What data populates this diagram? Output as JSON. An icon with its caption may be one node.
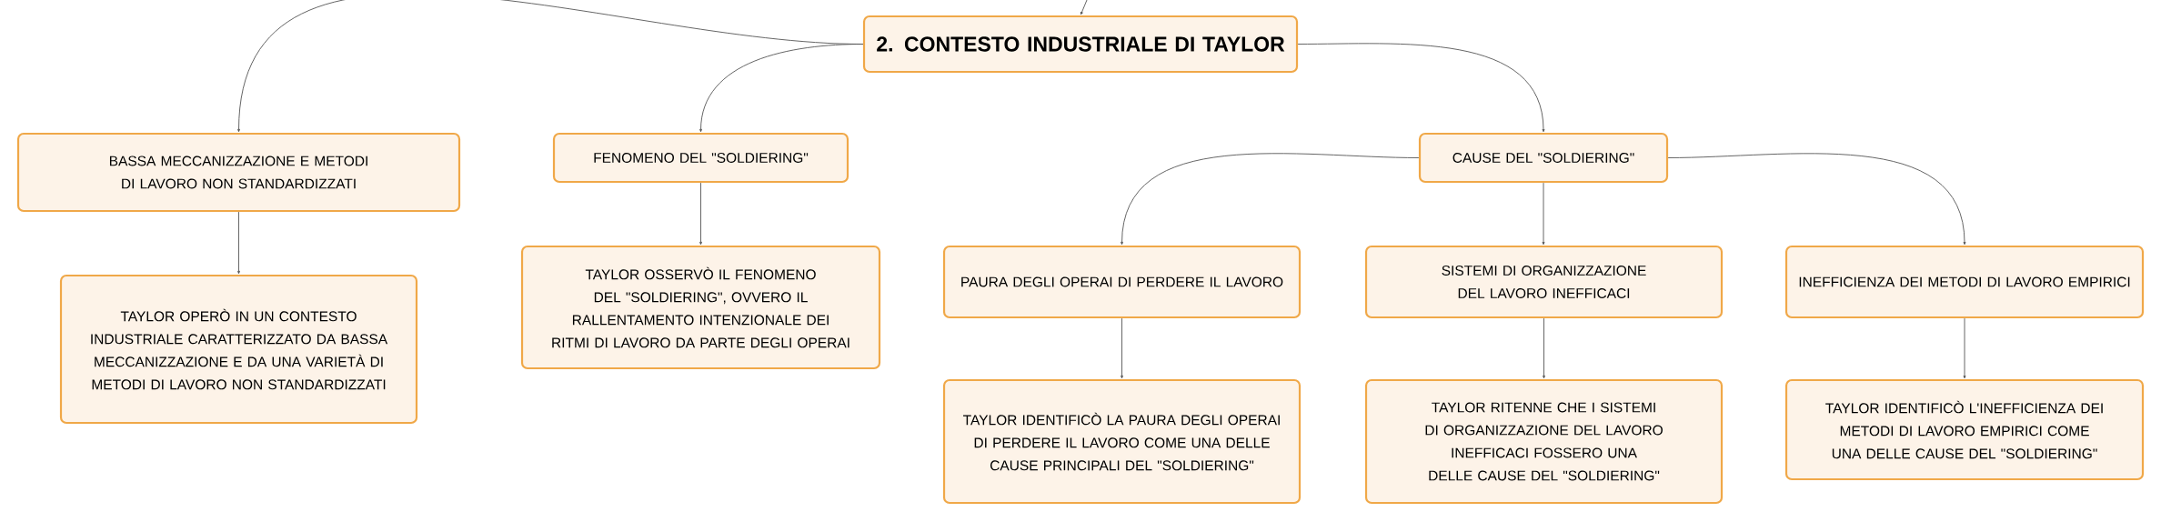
{
  "diagram": {
    "nodes": [
      {
        "text": [
          "2. CONTESTO INDUSTRIALE DI TAYLOR"
        ]
      },
      {
        "text": [
          "BASSA MECCANIZZAZIONE E METODI DI LAVORO NON STANDARDIZZATI"
        ]
      },
      {
        "text": [
          "TAYLOR OPERÒ IN UN CONTESTO INDUSTRIALE CARATTERIZZATO DA BASSA MECCANIZZAZIONE E DA UNA VARIETÀ DI METODI DI LAVORO NON STANDARDIZZATI"
        ]
      },
      {
        "text": [
          "FENOMENO DEL \"SOLDIERING\""
        ]
      },
      {
        "text": [
          "TAYLOR OSSERVÒ IL FENOMENO DEL \"SOLDIERING\", OVVERO IL RALLENTAMENTO INTENZIONALE DEI RITMI DI LAVORO DA PARTE DEGLI OPERAI"
        ]
      },
      {
        "text": [
          "CAUSE DEL \"SOLDIERING\""
        ]
      },
      {
        "text": [
          "PAURA DEGLI OPERAI DI PERDERE IL LAVORO"
        ]
      },
      {
        "text": [
          "TAYLOR IDENTIFICÒ LA PAURA DEGLI OPERAI DI PERDERE IL LAVORO COME UNA DELLE CAUSE PRINCIPALI DEL \"SOLDIERING\""
        ]
      },
      {
        "text": [
          "SISTEMI DI ORGANIZZAZIONE DEL LAVORO INEFFICACI"
        ]
      },
      {
        "text": [
          "TAYLOR RITENNE CHE I SISTEMI DI ORGANIZZAZIONE DEL LAVORO INEFFICACI FOSSERO UNA DELLE CAUSE DEL \"SOLDIERING\""
        ]
      },
      {
        "text": [
          "INEFFICIENZA DEI METODI DI LAVORO EMPIRICI"
        ]
      },
      {
        "text": [
          "TAYLOR IDENTIFICÒ L'INEFFICIENZA DEI METODI DI LAVORO EMPIRICI COME UNA DELLE CAUSE DEL \"SOLDIERING\""
        ]
      }
    ],
    "edges": [
      {
        "from": null,
        "to": 0,
        "arrow": "to"
      },
      {
        "from": 0,
        "to": 1,
        "arrow": "to"
      },
      {
        "from": 1,
        "to": 2,
        "arrow": "to"
      },
      {
        "from": 0,
        "to": 3,
        "arrow": "to"
      },
      {
        "from": 3,
        "to": 4,
        "arrow": "to"
      },
      {
        "from": 0,
        "to": 5,
        "arrow": "to"
      },
      {
        "from": 5,
        "to": 6,
        "arrow": "to"
      },
      {
        "from": 6,
        "to": 7,
        "arrow": "to"
      },
      {
        "from": 5,
        "to": 8,
        "arrow": "to"
      },
      {
        "from": 8,
        "to": 9,
        "arrow": "to"
      },
      {
        "from": 5,
        "to": 10,
        "arrow": "to"
      },
      {
        "from": 10,
        "to": 11,
        "arrow": "to"
      }
    ]
  }
}
